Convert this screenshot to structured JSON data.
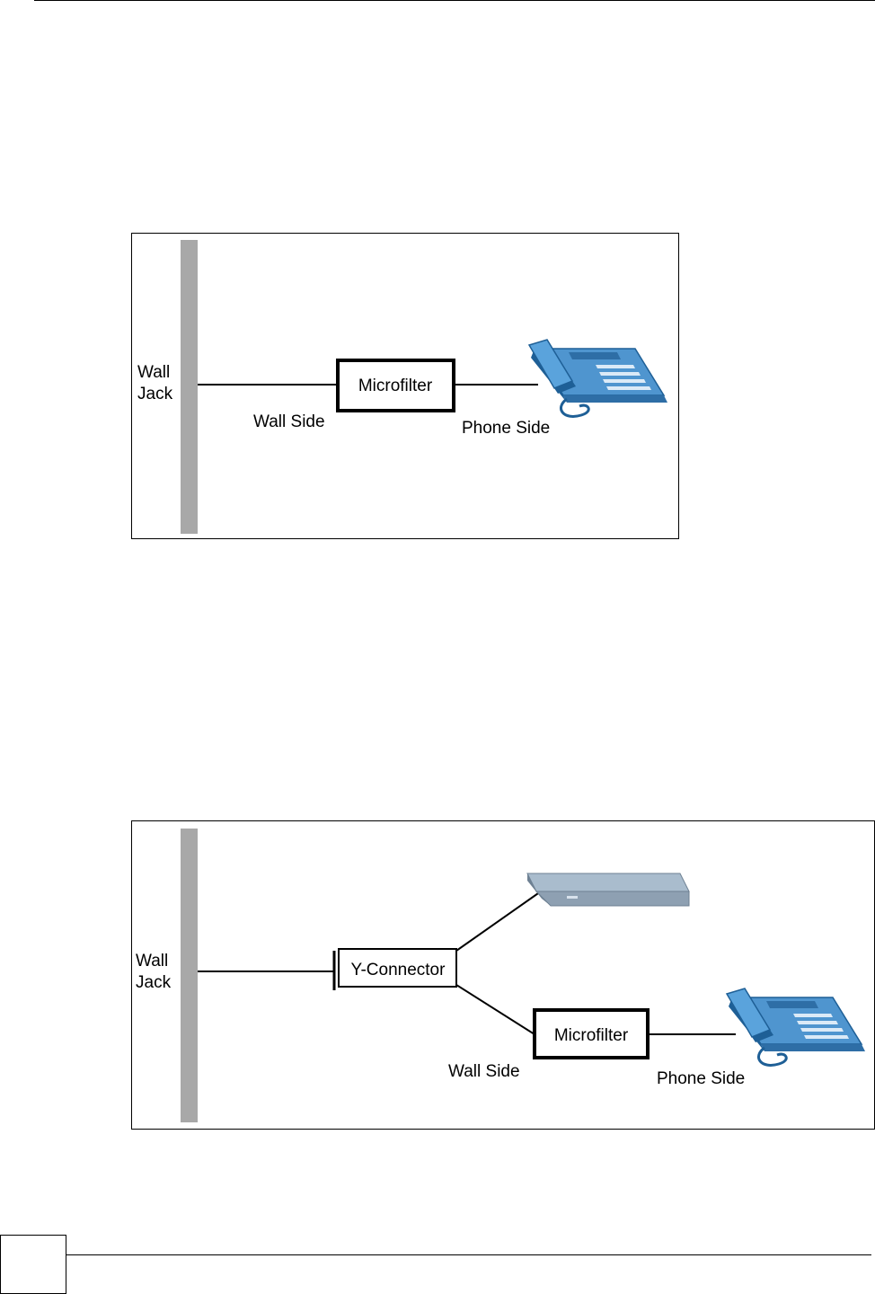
{
  "figure1": {
    "wall_jack_line1": "Wall",
    "wall_jack_line2": "Jack",
    "microfilter_label": "Microfilter",
    "wall_side_label": "Wall Side",
    "phone_side_label": "Phone Side"
  },
  "figure2": {
    "wall_jack_line1": "Wall",
    "wall_jack_line2": "Jack",
    "y_connector_label": "Y-Connector",
    "microfilter_label": "Microfilter",
    "wall_side_label": "Wall Side",
    "phone_side_label": "Phone Side"
  },
  "colors": {
    "wall_bar": "#a8a8a8",
    "phone_blue": "#4f95cf",
    "phone_dark": "#1e5f96",
    "device_gray": "#8ea0b2"
  },
  "icons": [
    "telephone-icon",
    "dsl-device-icon"
  ]
}
